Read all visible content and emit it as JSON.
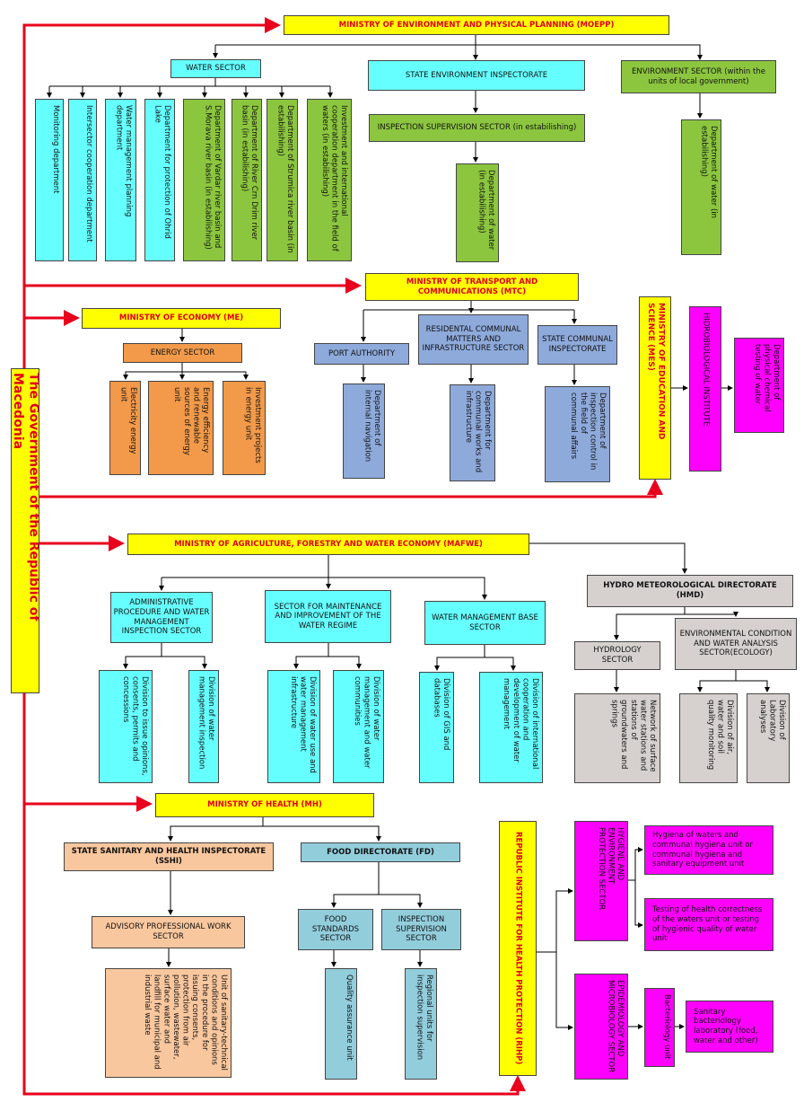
{
  "government": "The Government of the Republic of Macedonia",
  "moepp": {
    "title": "MINISTRY OF ENVIRONMENT AND PHYSICAL PLANNING (MOEPP)",
    "water_sector": "WATER SECTOR",
    "water_depts": [
      "Monitoring department",
      "Intersector cooperation department",
      "Water management planning department",
      "Department for protection of Ohrid Lake",
      "Department of Vardar river basin and S.Morava river basin (in estabilishing)",
      "Department of River Crn Drim river basin (in estabilishing)",
      "Department of Strumica river basin (in estabilishing)",
      "Investment and international cooperation department in the field of waters (in estabilishing)"
    ],
    "state_env_inspectorate": "STATE ENVIRONMENT INSPECTORATE",
    "inspection_supervision": "INSPECTION SUPERVISION SECTOR (in estabilishing)",
    "dept_water_inspection": "Department of water (in estabilishing)",
    "env_sector": "ENVIRONMENT SECTOR (within the units of local government)",
    "dept_water_env": "Department of water (in estabilishing)"
  },
  "me": {
    "title": "MINISTRY OF ECONOMY (ME)",
    "energy_sector": "ENERGY SECTOR",
    "units": [
      "Electricity energy unit",
      "Energy efficiency and renewable sources of energy unit",
      "Investment projects in energy unit"
    ]
  },
  "mtc": {
    "title": "MINISTRY OF TRANSPORT AND COMMUNICATIONS (MTC)",
    "port_authority": "PORT AUTHORITY",
    "residental": "RESIDENTAL COMMUNAL MATTERS AND INFRASTRUCTURE SECTOR",
    "state_communal": "STATE COMMUNAL INSPECTORATE",
    "dept_navigation": "Department of internal navigation",
    "dept_communal_works": "Department for communal works and infrastructure",
    "dept_inspection_control": "Department of inspection control in the field of communal affairs"
  },
  "mes": {
    "title": "MINISTRY OF EDUCATION AND SCIENCE (MES)",
    "institute": "HIDROBIOLOGICAL INSTITUTE",
    "dept": "Department of physical chemical testing of water"
  },
  "mafwe": {
    "title": "MINISTRY OF AGRICULTURE, FORESTRY AND WATER ECONOMY (MAFWE)",
    "admin_sector": "ADMINISTRATIVE PROCEDURE AND WATER MANAGEMENT INSPECTION SECTOR",
    "maint_sector": "SECTOR FOR MAINTENANCE AND IMPROVEMENT OF THE WATER REGIME",
    "base_sector": "WATER MANAGEMENT BASE SECTOR",
    "divisions": [
      "Division to issue opinions, consents, permits and concessions",
      "Division of water management inspection",
      "Division of water use and water management infrastructure",
      "Division of water management and water communities",
      "Division of GIS and databases",
      "Division of international cooperation and development of water management"
    ],
    "hmd": "HYDRO METEOROLOGICAL DIRECTORATE (HMD)",
    "hydrology": "HYDROLOGY SECTOR",
    "env_condition": "ENVIRONMENTAL CONDITION AND WATER ANALYSIS SECTOR(ECOLOGY)",
    "hmd_units": [
      "Network of surface water stations and stations of groundwaters and springs",
      "Division of air, water and soil quality monitoring",
      "Division of Laboratory analyses"
    ]
  },
  "mh": {
    "title": "MINISTRY OF HEALTH (MH)",
    "sshi": "STATE SANITARY AND HEALTH INSPECTORATE (SSHI)",
    "advisory": "ADVISORY PROFESSIONAL WORK SECTOR",
    "sanitary_unit": "Unit of sanitary-technical conditions and opinions in the procedure for issuing consents, protection from air pollution, wastewater, surface water and landfill for municipal and industrial waste",
    "fd": "FOOD DIRECTORATE (FD)",
    "food_standards": "FOOD STANDARDS SECTOR",
    "inspection_supervision": "INSPECTION SUPERVISION SECTOR",
    "quality_unit": "Quality assurance unit",
    "regional_units": "Regional units for inspection supervision",
    "rihp": "REPUBLIC INSTITUTE FOR HEALTH PROTECTION (RIHP)",
    "hygiene_sector": "HYGIENE AND ENVIRONMENT PROTECTION SECTOR",
    "epidemiology_sector": "EPIDEMIOLOGY AND MICROBIOLOGY SECTOR",
    "hygiene_unit": "Hygiena of waters and communal hygiena unit or communal hygiena and sanitary equipment unit",
    "testing_unit": "Testing of health correctness of the waters unit or testing of hygienic quality of water unit",
    "bacteriology_unit": "Bacteriology unit",
    "sanitary_lab": "Sanitary bacteriology laboratory (food, water and other)"
  },
  "colors": {
    "yellow": "#ffff00",
    "cyan": "#66ffff",
    "green": "#8cc63f",
    "orange": "#f29a4a",
    "blue": "#8eaadb",
    "magenta": "#ff00ff",
    "grey": "#d6d1cf",
    "peach": "#f9c79e",
    "teal": "#92cddc",
    "red": "#e8001c"
  }
}
